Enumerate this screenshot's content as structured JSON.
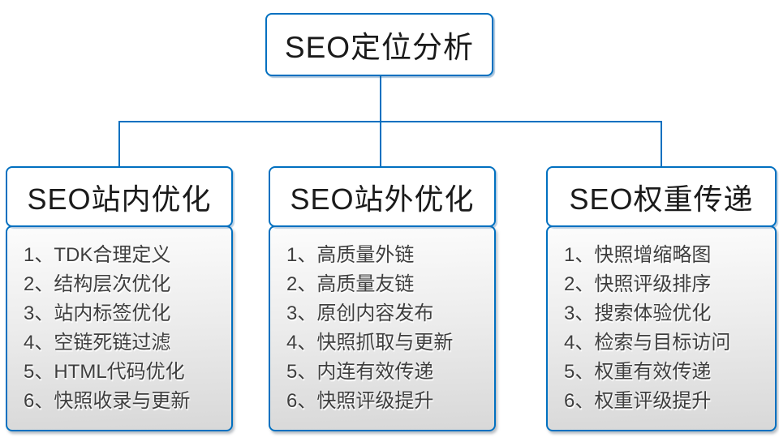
{
  "root_node": {
    "label": "SEO定位分析"
  },
  "columns": [
    {
      "title": "SEO站内优化",
      "items": [
        "1、TDK合理定义",
        "2、结构层次优化",
        "3、站内标签优化",
        "4、空链死链过滤",
        "5、HTML代码优化",
        "6、快照收录与更新"
      ]
    },
    {
      "title": "SEO站外优化",
      "items": [
        "1、高质量外链",
        "2、高质量友链",
        "3、原创内容发布",
        "4、快照抓取与更新",
        "5、内连有效传递",
        "6、快照评级提升"
      ]
    },
    {
      "title": "SEO权重传递",
      "items": [
        "1、快照增缩略图",
        "2、快照评级排序",
        "3、搜索体验优化",
        "4、检索与目标访问",
        "5、权重有效传递",
        "6、权重评级提升"
      ]
    }
  ],
  "colors": {
    "accent_blue": "#0070C0",
    "title_text": "#1a1a1a",
    "list_text": "#3e3e3e"
  }
}
